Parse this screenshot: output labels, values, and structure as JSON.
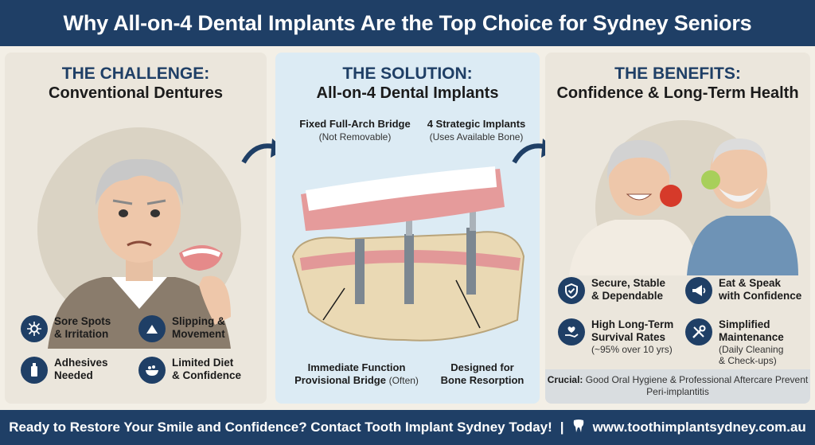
{
  "header": {
    "title": "Why All-on-4 Dental Implants Are the Top Choice for Sydney Seniors"
  },
  "challenge": {
    "heading": "THE CHALLENGE:",
    "subheading": "Conventional Dentures",
    "items": [
      {
        "line1": "Sore Spots",
        "line2": "& Irritation",
        "icon": "irritation-icon"
      },
      {
        "line1": "Slipping &",
        "line2": "Movement",
        "icon": "slipping-icon"
      },
      {
        "line1": "Adhesives",
        "line2": "Needed",
        "icon": "adhesive-icon"
      },
      {
        "line1": "Limited Diet",
        "line2": "& Confidence",
        "icon": "diet-icon"
      }
    ]
  },
  "solution": {
    "heading": "THE SOLUTION:",
    "subheading": "All-on-4 Dental Implants",
    "labels": {
      "bridge": {
        "title": "Fixed Full-Arch Bridge",
        "sub": "(Not Removable)"
      },
      "implants": {
        "title": "4 Strategic Implants",
        "sub": "(Uses Available Bone)"
      },
      "immediate": {
        "title": "Immediate Function",
        "line2": "Provisional Bridge",
        "sub": "(Often)"
      },
      "resorption": {
        "title": "Designed for",
        "line2": "Bone Resorption"
      }
    }
  },
  "benefits": {
    "heading": "THE BENEFITS:",
    "subheading": "Confidence & Long-Term Health",
    "items": [
      {
        "line1": "Secure, Stable",
        "line2": "& Dependable",
        "sub": "",
        "icon": "shield-check-icon"
      },
      {
        "line1": "Eat & Speak",
        "line2": "with Confidence",
        "sub": "",
        "icon": "megaphone-icon"
      },
      {
        "line1": "High Long-Term",
        "line2": "Survival Rates",
        "sub": "(~95% over 10 yrs)",
        "icon": "heart-hand-icon"
      },
      {
        "line1": "Simplified",
        "line2": "Maintenance",
        "sub": "(Daily Cleaning & Check-ups)",
        "icon": "tools-icon"
      }
    ],
    "crucial_label": "Crucial:",
    "crucial_text": "Good Oral Hygiene & Professional Aftercare Prevent Peri-implantitis"
  },
  "footer": {
    "cta": "Ready to Restore Your Smile and Confidence? Contact Tooth Implant Sydney Today!",
    "separator": "|",
    "url": "www.toothimplantsydney.com.au"
  },
  "colors": {
    "navy": "#1f3f66",
    "beige": "#ebe6dc",
    "lightblue": "#dcebf4"
  }
}
